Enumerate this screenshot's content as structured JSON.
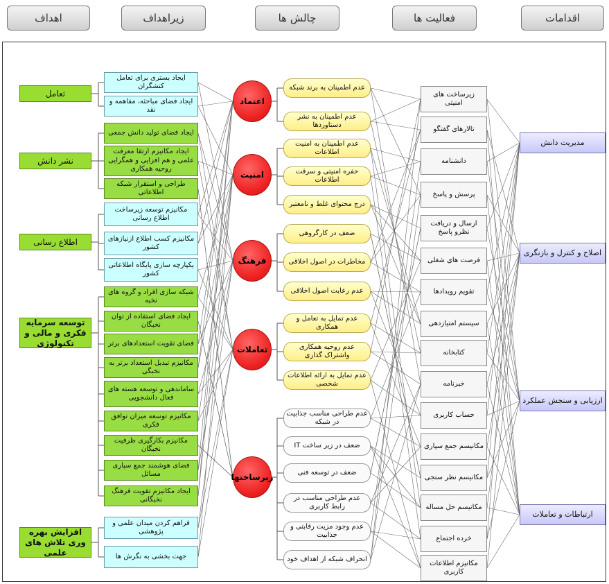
{
  "headers": {
    "goals": "اهداف",
    "subgoals": "زیراهداف",
    "challenges": "چالش ها",
    "activities": "فعالیت ها",
    "measures": "اقدامات"
  },
  "goals": [
    {
      "label": "تعامل"
    },
    {
      "label": "نشر دانش"
    },
    {
      "label": "اطلاع رسانی"
    },
    {
      "label": "توسعه سرمایه فکری و مالی و تکنولوژی"
    },
    {
      "label": "افزایش بهره وری تلاش های علمی"
    }
  ],
  "subgoals": [
    {
      "label": "ایجاد بستری برای تعامل کنشگران"
    },
    {
      "label": "ایجاد فضای مباحثه، مفاهمه و نقد"
    },
    {
      "label": "ایجاد فضای تولید دانش جمعی"
    },
    {
      "label": "ایجاد مکانیزم ارتقا معرفت علمی و هم افزایی و همگرایی روحیه همکاری"
    },
    {
      "label": "طراحی و استقرار شبکه اطلاعاتی"
    },
    {
      "label": "مکانیزم توسعه زیرساخت اطلاع رسانی"
    },
    {
      "label": "مکانیزم کسب اطلاع ازنیازهای کشور"
    },
    {
      "label": "یکپارچه سازی پایگاه اطلاعاتی کشور"
    },
    {
      "label": "شبکه سازی افراد و گروه های نخبه"
    },
    {
      "label": "ایجاد فضای استفاده از توان نخبگان"
    },
    {
      "label": "فضای تقویت استعدادهای برتر"
    },
    {
      "label": "مکانیزم تبدیل استعداد برتر به نخبگی"
    },
    {
      "label": "ساماندهی و توسعه هسته های فعال دانشجویی"
    },
    {
      "label": "مکانیزم توسعه میزان توافق فکری"
    },
    {
      "label": "مکانیزم بکارگیری ظرفیت نخبگان"
    },
    {
      "label": "فضای هوشمند جمع سپاری مسائل"
    },
    {
      "label": "ایجاد مکانیزم تقویت فرهنگ نخبگانی"
    },
    {
      "label": "فراهم کردن میدان علمی و پژوهشی"
    },
    {
      "label": "جهت بخشی به نگرش ها"
    }
  ],
  "challenges": [
    {
      "label": "اعتماد"
    },
    {
      "label": "امنیت"
    },
    {
      "label": "فرهنگ"
    },
    {
      "label": "تعاملات"
    },
    {
      "label": "زیرساختها"
    }
  ],
  "activities": [
    {
      "label": "عدم اطمینان به برند شبکه"
    },
    {
      "label": "عدم اطمینان به نشر دستاوردها"
    },
    {
      "label": "عدم اطمینان به امنیت اطلاعات"
    },
    {
      "label": "حفره امنیتی و سرقت اطلاعات"
    },
    {
      "label": "درج محتوای غلط و نامعتبر"
    },
    {
      "label": "ضعف در کارگروهی"
    },
    {
      "label": "مخاطرات در اصول اخلاقی"
    },
    {
      "label": "عدم رعایت اصول اخلاقی"
    },
    {
      "label": "عدم تمایل به تعامل و همکاری"
    },
    {
      "label": "عدم روحیه همکاری واشتراک گذاری"
    },
    {
      "label": "عدم تمایل به ارائه اطلاعات شخصی"
    },
    {
      "label": "عدم طراحی مناسب جذابیت در شبکه"
    },
    {
      "label": "ضعف در زیر ساخت IT"
    },
    {
      "label": "ضعف در توسعه فنی"
    },
    {
      "label": "عدم طراحی مناسب در رابط کاربری"
    },
    {
      "label": "عدم وجود مزیت رقابتی و جذابیت"
    },
    {
      "label": "انحراف شبکه از اهداف خود"
    }
  ],
  "actions": [
    {
      "label": "زیرساخت های امنیتی"
    },
    {
      "label": "تالارهای گفتگو"
    },
    {
      "label": "دانشنامه"
    },
    {
      "label": "پرسش و پاسخ"
    },
    {
      "label": "ارسال و دریافت نظرو پاسخ"
    },
    {
      "label": "فرصت های شغلی"
    },
    {
      "label": "تقویم رویدادها"
    },
    {
      "label": "سیستم امتیازدهی"
    },
    {
      "label": "کتابخانه"
    },
    {
      "label": "خبرنامه"
    },
    {
      "label": "حساب کاربری"
    },
    {
      "label": "مکانیسم جمع سپاری"
    },
    {
      "label": "مکانیسم نظر سنجی"
    },
    {
      "label": "مکانیسم حل مساله"
    },
    {
      "label": "خرده اجتماع"
    },
    {
      "label": "مکانیزم اطلاعات کاربری"
    }
  ],
  "measures": [
    {
      "label": "مدیریت دانش"
    },
    {
      "label": "اصلاح و کنترل و بازنگری"
    },
    {
      "label": "ارزیابی و سنجش عملکرد"
    },
    {
      "label": "ارتباطات و تعاملات"
    }
  ]
}
